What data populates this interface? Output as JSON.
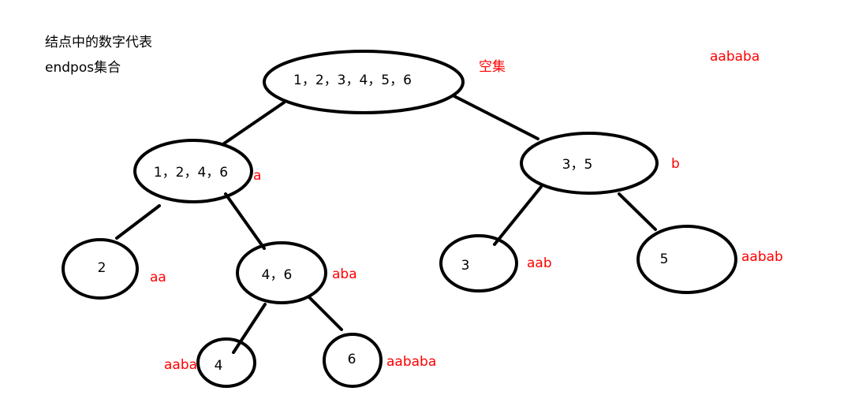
{
  "notes": {
    "line1": "结点中的数字代表",
    "line2": "endpos集合"
  },
  "full_string": "aababa",
  "nodes": {
    "root": {
      "endpos": "1，2，3，4，5，6",
      "substring": "空集"
    },
    "n1246": {
      "endpos": "1，2，4，6",
      "substring": "a"
    },
    "n35": {
      "endpos": "3，5",
      "substring": "b"
    },
    "n2": {
      "endpos": "2",
      "substring": "aa"
    },
    "n46": {
      "endpos": "4，6",
      "substring": "aba"
    },
    "n3": {
      "endpos": "3",
      "substring": "aab"
    },
    "n5": {
      "endpos": "5",
      "substring": "aabab"
    },
    "n4": {
      "endpos": "4",
      "substring": "aaba"
    },
    "n6": {
      "endpos": "6",
      "substring": "aababa"
    }
  },
  "colors": {
    "outline": "#000000",
    "annotation": "#ff0000"
  }
}
